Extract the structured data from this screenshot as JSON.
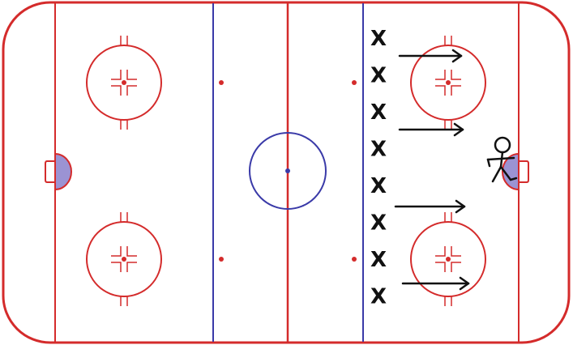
{
  "diagram": {
    "colors": {
      "red": "#d42b2b",
      "blue": "#3a3aa8",
      "crease_fill": "#9b93d3",
      "ink": "#111111",
      "ice": "#ffffff"
    },
    "players": {
      "symbol": "X",
      "count": 8
    },
    "arrows": {
      "count": 4,
      "direction": "right"
    },
    "goalie": {
      "icon": "stick-figure-icon",
      "side": "right"
    }
  }
}
